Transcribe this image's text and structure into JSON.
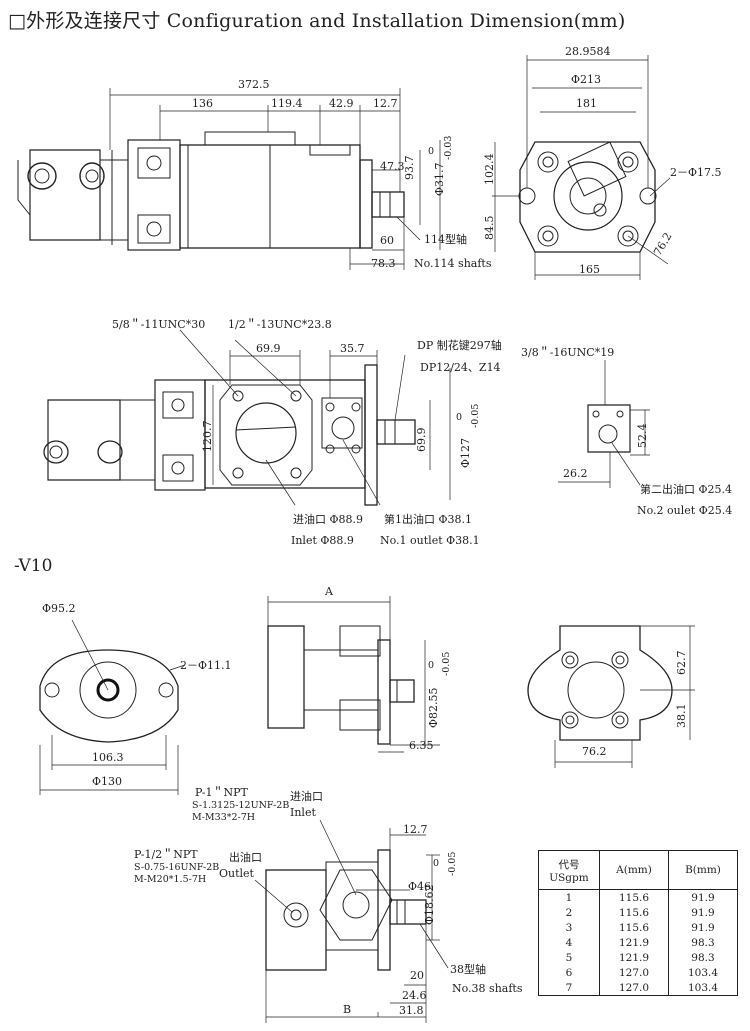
{
  "title": "□外形及连接尺寸 Configuration and Installation Dimension(mm)",
  "section_v10": "-V10",
  "view1": {
    "overall_length": "372.5",
    "d136": "136",
    "d119": "119.4",
    "d42": "42.9",
    "d12": "12.7",
    "d47": "47.3",
    "d93": "93.7",
    "phi31": "Φ31.7",
    "phi31_tol_top": "0",
    "phi31_tol_bot": "-0.03",
    "d60": "60",
    "d78": "78.3",
    "shaft_cn": "114型轴",
    "shaft_en": "No.114 shafts"
  },
  "view2": {
    "d28": "28.9584",
    "phi213": "Φ213",
    "d181": "181",
    "d102": "102.4",
    "d84": "84.5",
    "holes": "2－Φ17.5",
    "d76": "76.2",
    "d165": "165"
  },
  "view3": {
    "thread1": "5/8＂-11UNC*30",
    "thread2": "1/2＂-13UNC*23.8",
    "d69a": "69.9",
    "d35": "35.7",
    "dp_cn": "DP 制花键297轴",
    "dp_en": "DP12/24、Z14",
    "d120": "120.7",
    "d69b": "69.9",
    "phi127": "Φ127",
    "phi127_tol_top": "0",
    "phi127_tol_bot": "-0.05",
    "inlet_cn": "进油口 Φ88.9",
    "inlet_en": "Inlet Φ88.9",
    "outlet1_cn": "第1出油口 Φ38.1",
    "outlet1_en": "No.1 outlet Φ38.1"
  },
  "view4": {
    "thread": "3/8＂-16UNC*19",
    "d52": "52.4",
    "d26": "26.2",
    "outlet2_cn": "第二出油口 Φ25.4",
    "outlet2_en": "No.2 oulet Φ25.4"
  },
  "v10_front": {
    "phi95": "Φ95.2",
    "holes": "2－Φ11.1",
    "d106": "106.3",
    "phi130": "Φ130"
  },
  "v10_side": {
    "dim_a": "A",
    "phi82": "Φ82.55",
    "phi82_tol_top": "0",
    "phi82_tol_bot": "-0.05",
    "d635": "6.35"
  },
  "v10_rear": {
    "d62": "62.7",
    "d38": "38.1",
    "d76": "76.2"
  },
  "v10_bottom": {
    "p1": "P-1＂NPT",
    "p1_s": "S-1.3125-12UNF-2B",
    "p1_m": "M-M33*2-7H",
    "inlet_cn": "进油口",
    "inlet_en": "Inlet",
    "p2": "P-1/2＂NPT",
    "p2_s": "S-0.75-16UNF-2B",
    "p2_m": "M-M20*1.5-7H",
    "outlet_cn": "出油口",
    "outlet_en": "Outlet",
    "d12": "12.7",
    "phi46": "Φ46",
    "phi18": "Φ18.62",
    "phi18_tol_top": "0",
    "phi18_tol_bot": "-0.05",
    "d20": "20",
    "shaft_cn": "38型轴",
    "shaft_en": "No.38 shafts",
    "d24": "24.6",
    "dim_b": "B",
    "d31": "31.8"
  },
  "table": {
    "h1a": "代号",
    "h1b": "USgpm",
    "h2": "A(mm)",
    "h3": "B(mm)",
    "rows": [
      [
        "1",
        "115.6",
        "91.9"
      ],
      [
        "2",
        "115.6",
        "91.9"
      ],
      [
        "3",
        "115.6",
        "91.9"
      ],
      [
        "4",
        "121.9",
        "98.3"
      ],
      [
        "5",
        "121.9",
        "98.3"
      ],
      [
        "6",
        "127.0",
        "103.4"
      ],
      [
        "7",
        "127.0",
        "103.4"
      ]
    ]
  }
}
